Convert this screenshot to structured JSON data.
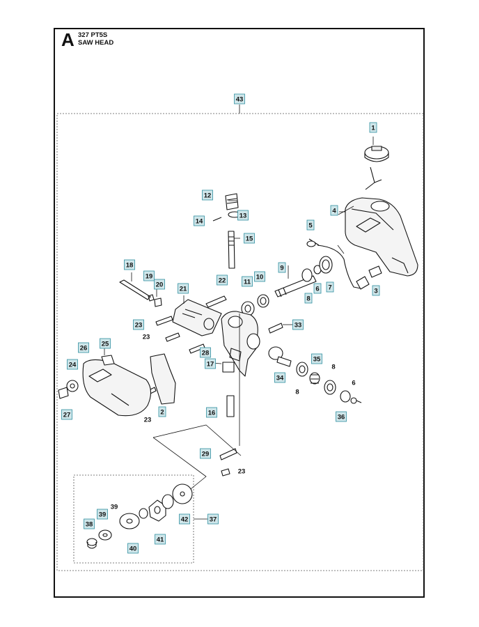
{
  "section": {
    "letter": "A",
    "model": "327 PT5S",
    "title": "SAW HEAD"
  },
  "callouts": [
    {
      "id": "c43",
      "label": "43",
      "boxed": true
    },
    {
      "id": "c1",
      "label": "1",
      "boxed": true
    },
    {
      "id": "c4",
      "label": "4",
      "boxed": true
    },
    {
      "id": "c12",
      "label": "12",
      "boxed": true
    },
    {
      "id": "c13",
      "label": "13",
      "boxed": true
    },
    {
      "id": "c14",
      "label": "14",
      "boxed": true
    },
    {
      "id": "c5",
      "label": "5",
      "boxed": true
    },
    {
      "id": "c15",
      "label": "15",
      "boxed": true
    },
    {
      "id": "c9",
      "label": "9",
      "boxed": true
    },
    {
      "id": "c18",
      "label": "18",
      "boxed": true
    },
    {
      "id": "c19",
      "label": "19",
      "boxed": true
    },
    {
      "id": "c20",
      "label": "20",
      "boxed": true
    },
    {
      "id": "c22",
      "label": "22",
      "boxed": true
    },
    {
      "id": "c11",
      "label": "11",
      "boxed": true
    },
    {
      "id": "c10",
      "label": "10",
      "boxed": true
    },
    {
      "id": "c7",
      "label": "7",
      "boxed": true
    },
    {
      "id": "c6a",
      "label": "6",
      "boxed": true
    },
    {
      "id": "c8a",
      "label": "8",
      "boxed": true
    },
    {
      "id": "c3",
      "label": "3",
      "boxed": true
    },
    {
      "id": "c21",
      "label": "21",
      "boxed": true
    },
    {
      "id": "c23a",
      "label": "23",
      "boxed": true
    },
    {
      "id": "c23b",
      "label": "23",
      "boxed": false
    },
    {
      "id": "c33",
      "label": "33",
      "boxed": true
    },
    {
      "id": "c25",
      "label": "25",
      "boxed": true
    },
    {
      "id": "c26",
      "label": "26",
      "boxed": true
    },
    {
      "id": "c28",
      "label": "28",
      "boxed": true
    },
    {
      "id": "c17",
      "label": "17",
      "boxed": true
    },
    {
      "id": "c35",
      "label": "35",
      "boxed": true
    },
    {
      "id": "c8b",
      "label": "8",
      "boxed": false
    },
    {
      "id": "c24",
      "label": "24",
      "boxed": true
    },
    {
      "id": "c34",
      "label": "34",
      "boxed": true
    },
    {
      "id": "c8c",
      "label": "8",
      "boxed": false
    },
    {
      "id": "c6b",
      "label": "6",
      "boxed": false
    },
    {
      "id": "c27",
      "label": "27",
      "boxed": true
    },
    {
      "id": "c23c",
      "label": "23",
      "boxed": false
    },
    {
      "id": "c2",
      "label": "2",
      "boxed": true
    },
    {
      "id": "c16",
      "label": "16",
      "boxed": true
    },
    {
      "id": "c36",
      "label": "36",
      "boxed": true
    },
    {
      "id": "c29",
      "label": "29",
      "boxed": true
    },
    {
      "id": "c23d",
      "label": "23",
      "boxed": false
    },
    {
      "id": "c39a",
      "label": "39",
      "boxed": false
    },
    {
      "id": "c39b",
      "label": "39",
      "boxed": true
    },
    {
      "id": "c38",
      "label": "38",
      "boxed": true
    },
    {
      "id": "c42",
      "label": "42",
      "boxed": true
    },
    {
      "id": "c37",
      "label": "37",
      "boxed": true
    },
    {
      "id": "c41",
      "label": "41",
      "boxed": true
    },
    {
      "id": "c40",
      "label": "40",
      "boxed": true
    }
  ],
  "colors": {
    "callout_fill": "#cfe6ea",
    "callout_stroke": "#2f8fa0",
    "line": "#111111"
  }
}
